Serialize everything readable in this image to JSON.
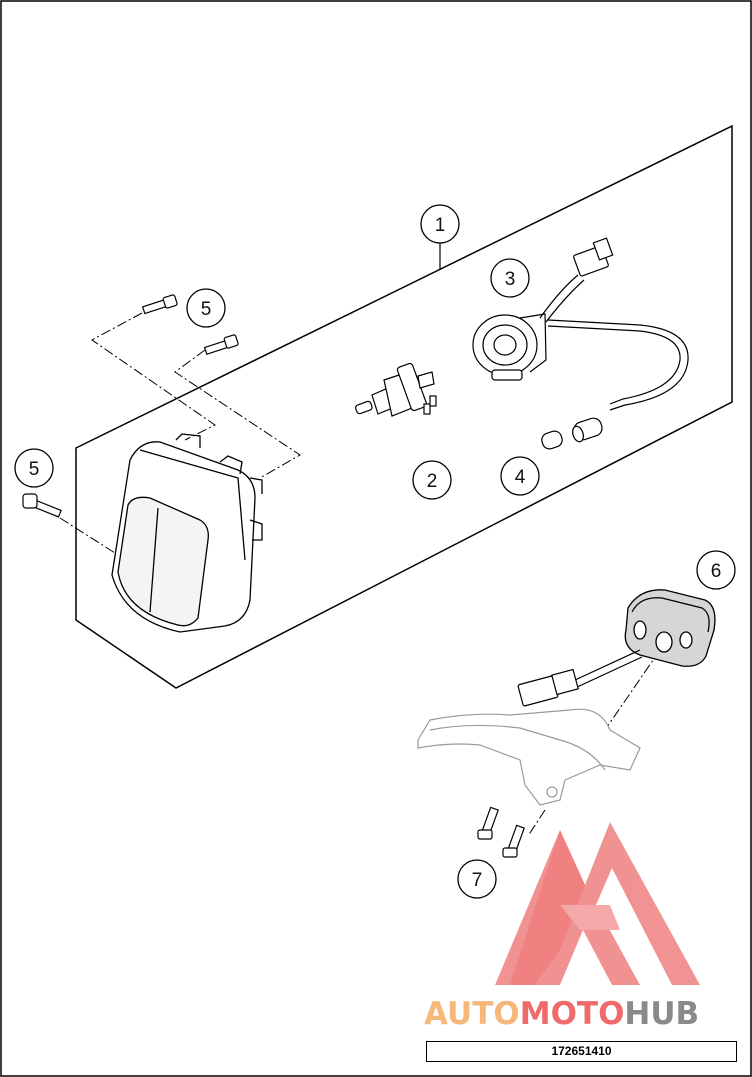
{
  "callouts": {
    "c1": "1",
    "c2": "2",
    "c3": "3",
    "c4": "4",
    "c5a": "5",
    "c5b": "5",
    "c6": "6",
    "c7": "7"
  },
  "part_number": "172651410",
  "watermark": {
    "part1": "AUTO",
    "part2": "MOTO",
    "part3": "HUB",
    "color_orange": "#f5b87a",
    "color_red": "#ef6a6a",
    "color_gray": "#8a8a8a"
  }
}
